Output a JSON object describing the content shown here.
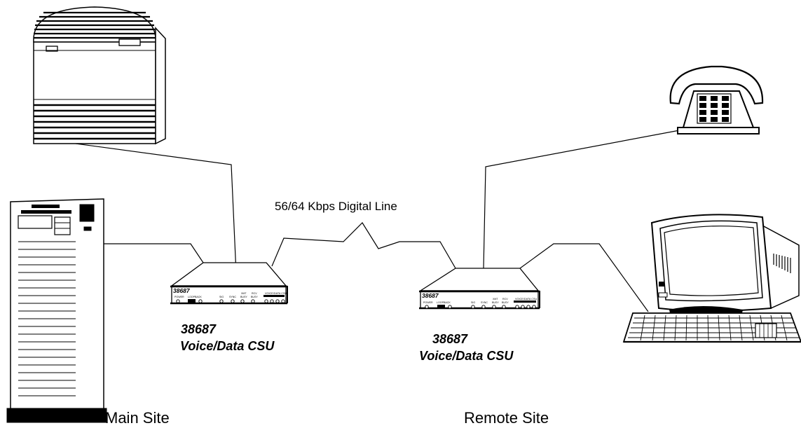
{
  "line_label": "56/64 Kbps Digital Line",
  "sites": {
    "main": "Main Site",
    "remote": "Remote Site"
  },
  "csu_left": {
    "caption_model": "38687",
    "caption_name": "Voice/Data CSU",
    "face_model": "38687",
    "face_labels": {
      "power": "POWER",
      "loopback": "LOOPBACK",
      "sig": "SIG",
      "sync": "SYNC",
      "xmt": "XMT",
      "rcv": "RCV",
      "busy": "BUSY",
      "voice_data_csu": "VOICE/DATA CSU"
    }
  },
  "csu_right": {
    "caption_model": "38687",
    "caption_name": "Voice/Data CSU",
    "face_model": "38687",
    "face_labels": {
      "power": "POWER",
      "loopback": "LOOPBACK",
      "sig": "SIG",
      "sync": "SYNC",
      "xmt": "XMT",
      "rcv": "RCV",
      "busy": "BUSY",
      "voice_data_csu": "VOICE/DATA CSU"
    }
  }
}
